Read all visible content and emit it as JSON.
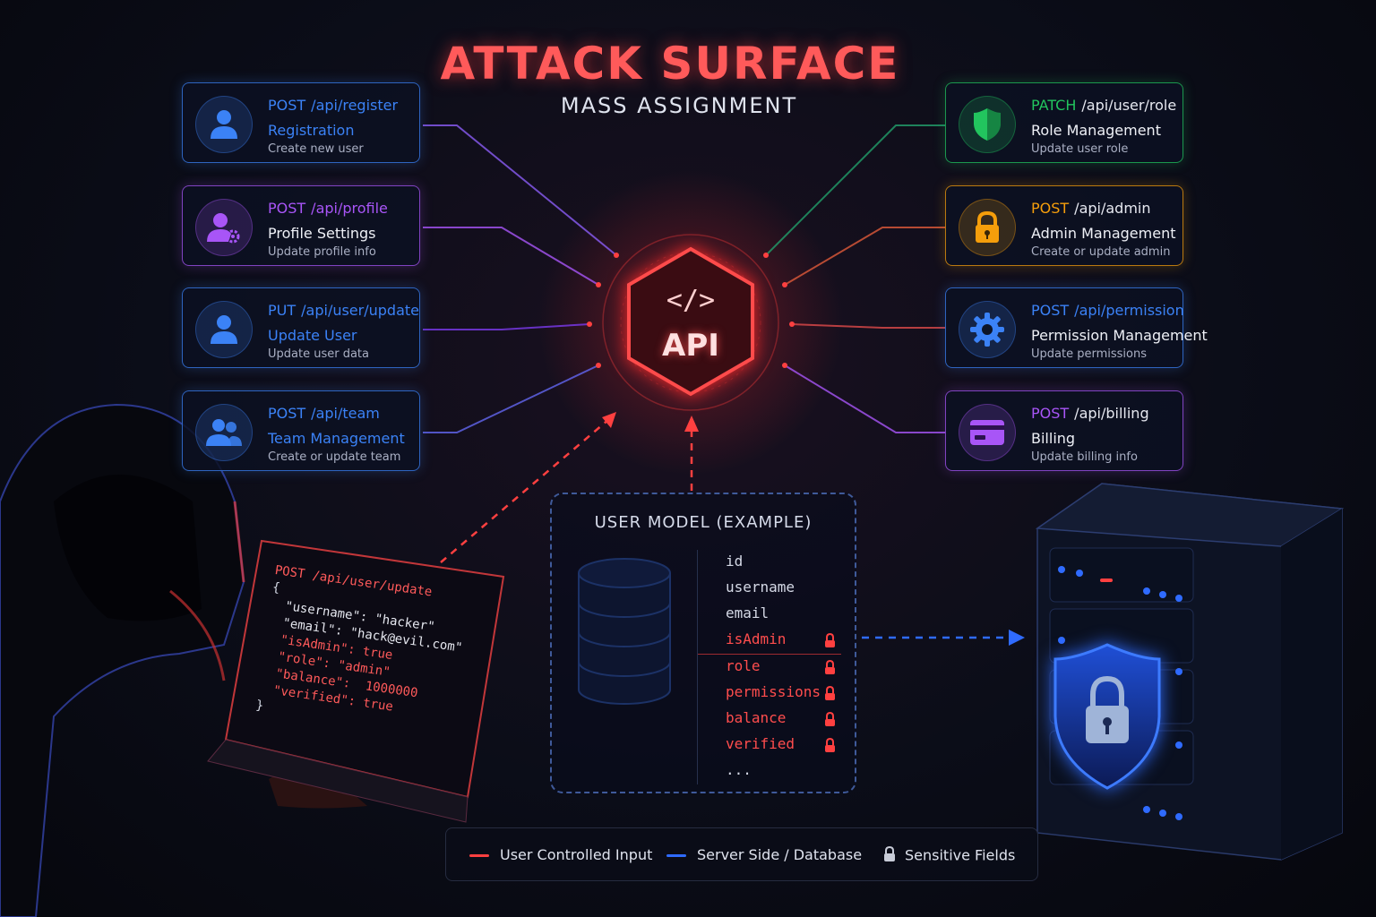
{
  "title": "ATTACK SURFACE",
  "subtitle": "MASS ASSIGNMENT",
  "api": {
    "code_icon": "</>",
    "label": "API"
  },
  "left_endpoints": [
    {
      "method": "POST",
      "path": "/api/register",
      "name": "Registration",
      "desc": "Create new user",
      "icon": "user-icon",
      "color": "#3b82f6"
    },
    {
      "method": "POST",
      "path": "/api/profile",
      "name": "Profile Settings",
      "desc": "Update profile info",
      "icon": "user-gear-icon",
      "color": "#a855f7"
    },
    {
      "method": "PUT",
      "path": "/api/user/update",
      "name": "Update User",
      "desc": "Update user data",
      "icon": "user-icon",
      "color": "#3b82f6"
    },
    {
      "method": "POST",
      "path": "/api/team",
      "name": "Team Management",
      "desc": "Create or update team",
      "icon": "users-icon",
      "color": "#3b82f6"
    }
  ],
  "right_endpoints": [
    {
      "method": "PATCH",
      "path": "/api/user/role",
      "name": "Role Management",
      "desc": "Update user role",
      "icon": "shield-icon",
      "color": "#22c55e"
    },
    {
      "method": "POST",
      "path": "/api/admin",
      "name": "Admin Management",
      "desc": "Create or update admin",
      "icon": "lock-icon",
      "color": "#f59e0b"
    },
    {
      "method": "POST",
      "path": "/api/permission",
      "name": "Permission Management",
      "desc": "Update permissions",
      "icon": "gear-icon",
      "color": "#3b82f6"
    },
    {
      "method": "POST",
      "path": "/api/billing",
      "name": "Billing",
      "desc": "Update billing info",
      "icon": "credit-card-icon",
      "color": "#a855f7"
    }
  ],
  "attacker_payload": {
    "lines": [
      {
        "text": "POST /api/user/update",
        "color": "#ff5a5a"
      },
      {
        "text": "{",
        "color": "#d0d4e0"
      },
      {
        "text": "  \"username\": \"hacker\"",
        "color": "#e6e8f0"
      },
      {
        "text": "  \"email\": \"hack@evil.com\"",
        "color": "#e6e8f0"
      },
      {
        "text": "  \"isAdmin\": true",
        "color": "#ff5a5a"
      },
      {
        "text": "  \"role\": \"admin\"",
        "color": "#ff5a5a"
      },
      {
        "text": "  \"balance\":  1000000",
        "color": "#ff5a5a"
      },
      {
        "text": "  \"verified\": true",
        "color": "#ff5a5a"
      },
      {
        "text": "}",
        "color": "#d0d4e0"
      }
    ]
  },
  "user_model": {
    "title": "USER MODEL (EXAMPLE)",
    "fields": [
      {
        "name": "id",
        "sensitive": false
      },
      {
        "name": "username",
        "sensitive": false
      },
      {
        "name": "email",
        "sensitive": false
      },
      {
        "name": "isAdmin",
        "sensitive": true
      },
      {
        "name": "role",
        "sensitive": true
      },
      {
        "name": "permissions",
        "sensitive": true
      },
      {
        "name": "balance",
        "sensitive": true
      },
      {
        "name": "verified",
        "sensitive": true
      },
      {
        "name": "...",
        "sensitive": false
      }
    ]
  },
  "legend": {
    "user_input": "User Controlled Input",
    "server_side": "Server Side / Database",
    "sensitive": "Sensitive Fields"
  },
  "colors": {
    "accent_red": "#ff4d4d",
    "server_blue": "#2f6bff",
    "background": "#0b0d18"
  }
}
